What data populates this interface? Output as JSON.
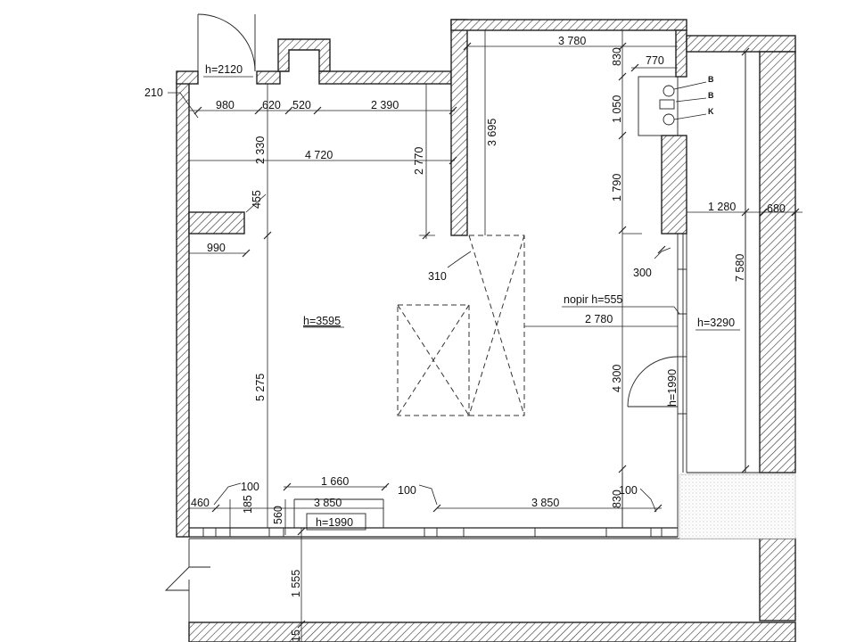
{
  "labels": {
    "door_entry_h": "h=2120",
    "wall_210": "210",
    "room_h": "h=3595",
    "window_h": "h=1990",
    "door_right_h": "h=1990",
    "right_h": "h=3290",
    "beam": "nopir h=555",
    "fixture_b1": "B",
    "fixture_b2": "B",
    "fixture_k": "K"
  },
  "dimensions": {
    "d980": "980",
    "d620": "620",
    "d520": "520",
    "d2390": "2 390",
    "d4720": "4 720",
    "d2330": "2 330",
    "d2770": "2 770",
    "d3695": "3 695",
    "d3780": "3 780",
    "d830_top": "830",
    "d770": "770",
    "d1050": "1 050",
    "d1790": "1 790",
    "d1280": "1 280",
    "d680": "680",
    "d7580": "7 580",
    "d455": "455",
    "d990": "990",
    "d310": "310",
    "d300": "300",
    "d2780": "2 780",
    "d4300": "4 300",
    "d5275": "5 275",
    "d1660": "1 660",
    "d3850_left": "3 850",
    "d3850_right": "3 850",
    "d100_a": "100",
    "d100_b": "100",
    "d100_c": "100",
    "d460": "460",
    "d185": "185",
    "d560": "560",
    "d830_bot": "830",
    "d1555": "1 555",
    "d15": "15"
  }
}
